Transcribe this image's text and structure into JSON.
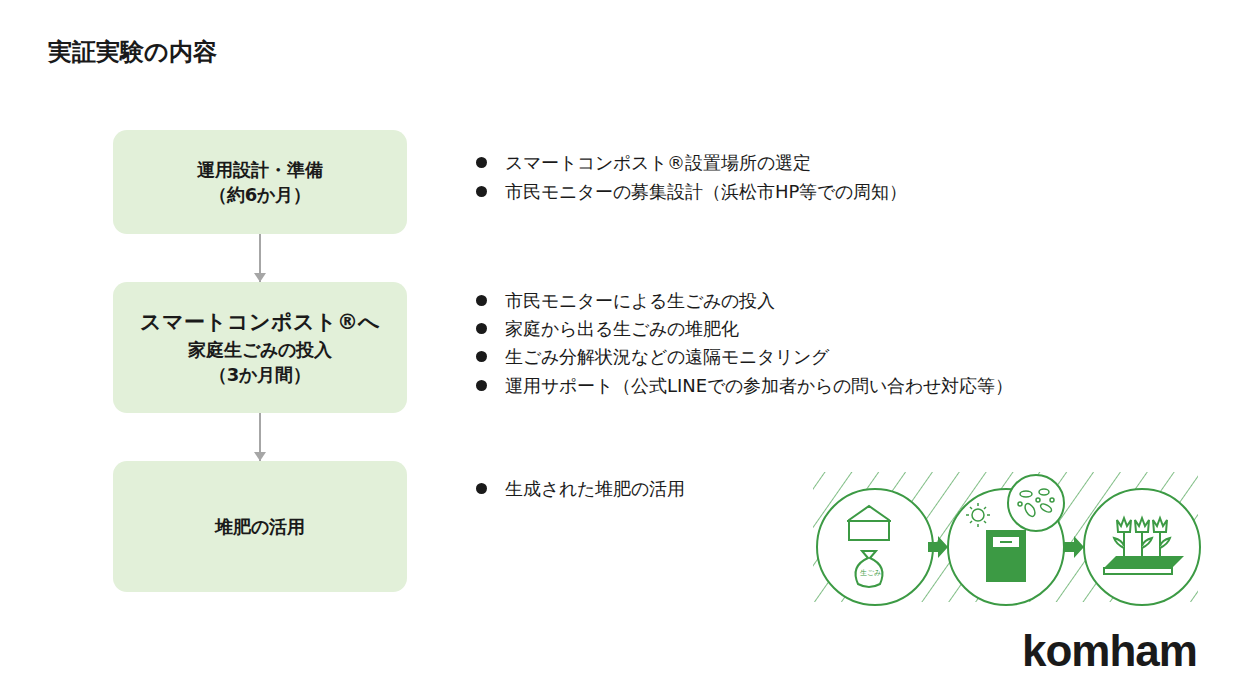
{
  "diagram": {
    "title": "実証実験の内容",
    "nodes": [
      {
        "text": [
          "運用設計・準備 （約6か月）"
        ]
      },
      {
        "text": [
          "スマートコンポスト®へ",
          "家庭生ごみの投入 （3か月間）"
        ]
      },
      {
        "text": [
          "堆肥の活用"
        ]
      }
    ],
    "edges": [
      {
        "from": 0,
        "to": 1,
        "arrow": "to"
      },
      {
        "from": 1,
        "to": 2,
        "arrow": "to"
      }
    ],
    "labels": [
      "スマートコンポスト®設置場所の選定",
      "市民モニターの募集設計（浜松市HP等での周知）",
      "市民モニターによる生ごみの投入",
      "家庭から出る生ごみの堆肥化",
      "生ごみ分解状況などの遠隔モニタリング",
      "運用サポート（公式LINEでの参加者からの問い合わせ対応等）",
      "生成された堆肥の活用",
      "生ごみ",
      "komham"
    ]
  }
}
